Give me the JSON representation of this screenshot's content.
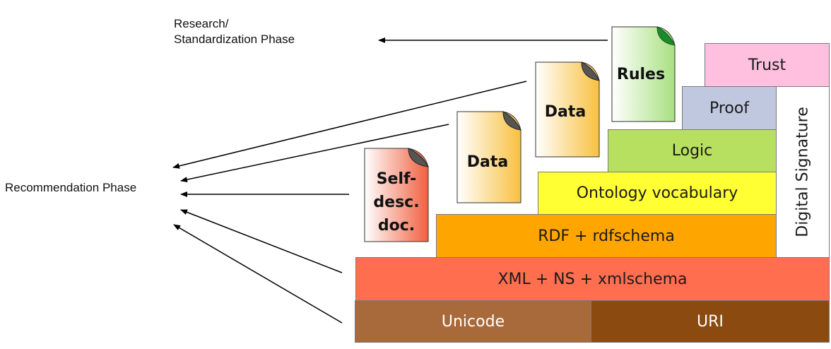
{
  "labels": {
    "research_line1": "Research/",
    "research_line2": "Standardization Phase",
    "recommendation": "Recommendation Phase"
  },
  "layers": {
    "unicode": "Unicode",
    "uri": "URI",
    "xml": "XML + NS + xmlschema",
    "rdf": "RDF + rdfschema",
    "ontology": "Ontology vocabulary",
    "logic": "Logic",
    "proof": "Proof",
    "trust": "Trust",
    "digital_signature": "Digital Signature"
  },
  "documents": {
    "selfdesc_line1": "Self-",
    "selfdesc_line2": "desc.",
    "selfdesc_line3": "doc.",
    "data1": "Data",
    "data2": "Data",
    "rules": "Rules"
  },
  "colors": {
    "unicode": "#a86a3a",
    "uri": "#8a4a10",
    "xml": "#ff6f4f",
    "rdf": "#ffa500",
    "ontology": "#ffff33",
    "logic": "#b8e060",
    "proof": "#c0c8e0",
    "trust": "#ffc0e0",
    "digital_signature": "#ffffff"
  }
}
